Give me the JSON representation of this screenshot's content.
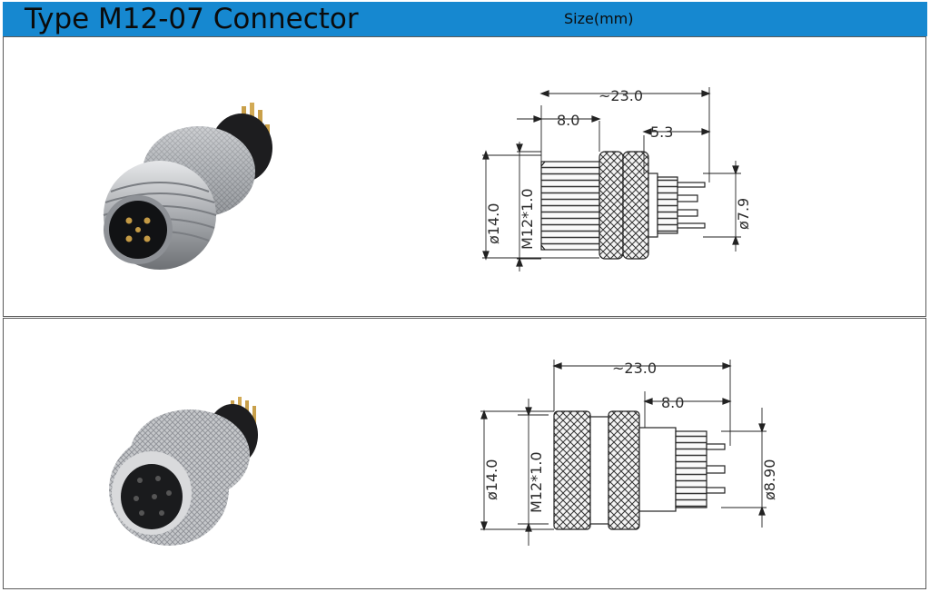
{
  "header": {
    "title": "Type M12-07 Connector",
    "size_label": "Size(mm)",
    "bar_color": "#1688d0"
  },
  "male": {
    "photo_name": "male-connector-photo",
    "dims": {
      "overall": "~23.0",
      "thread_len": "8.0",
      "rear_len": "5.3",
      "outer_dia": "ø14.0",
      "thread": "M12*1.0",
      "rear_dia": "ø7.9"
    }
  },
  "female": {
    "photo_name": "female-connector-photo",
    "dims": {
      "overall": "~23.0",
      "rear_len": "8.0",
      "outer_dia": "ø14.0",
      "thread": "M12*1.0",
      "rear_dia": "ø8.90"
    }
  }
}
